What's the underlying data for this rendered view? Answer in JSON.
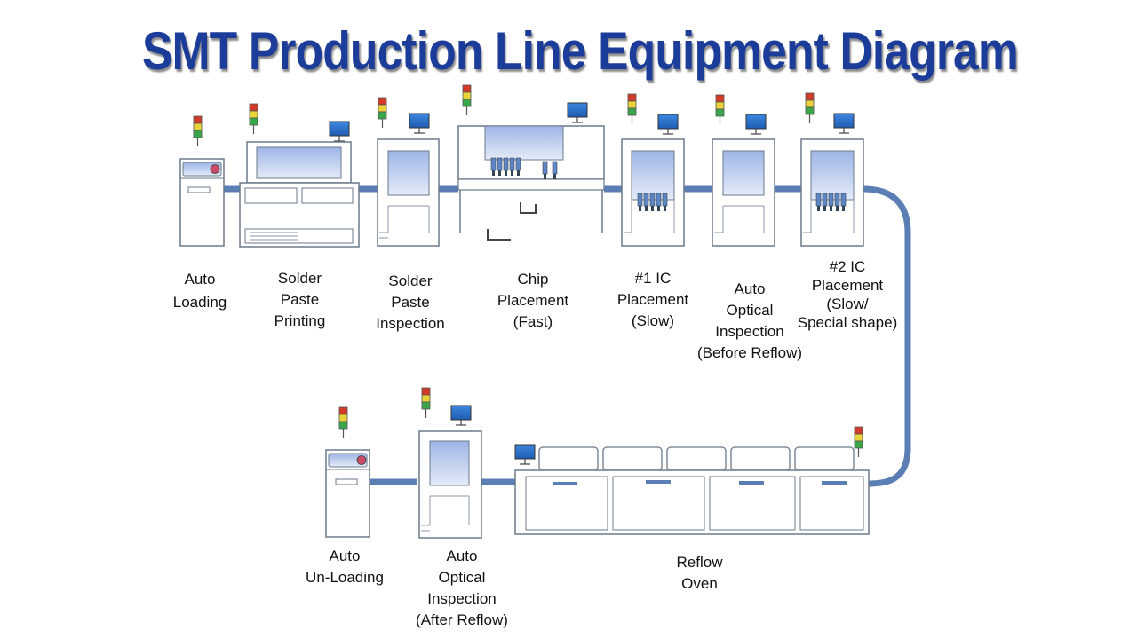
{
  "title": "SMT Production Line Equipment Diagram",
  "colors": {
    "title": "#1c3c9a",
    "conveyor": "#5b7fb4",
    "machine_outline": "#6b7a8c",
    "window_fill": "#b9c9ea",
    "monitor": "#2b6fc9",
    "light_red": "#d23a2a",
    "light_yellow": "#e9d23a",
    "light_green": "#3aa64a"
  },
  "machines": [
    {
      "id": "auto-loading",
      "lines": [
        "Auto",
        "Loading"
      ]
    },
    {
      "id": "solder-paste-printing",
      "lines": [
        "Solder",
        "Paste",
        "Printing"
      ]
    },
    {
      "id": "solder-paste-inspection",
      "lines": [
        "Solder",
        "Paste",
        "Inspection"
      ]
    },
    {
      "id": "chip-placement",
      "lines": [
        "Chip",
        "Placement",
        "(Fast)"
      ]
    },
    {
      "id": "ic-placement-1",
      "lines": [
        "#1 IC",
        "Placement",
        "(Slow)"
      ]
    },
    {
      "id": "aoi-before-reflow",
      "lines": [
        "Auto",
        "Optical",
        "Inspection",
        "(Before Reflow)"
      ]
    },
    {
      "id": "ic-placement-2",
      "lines": [
        "#2 IC",
        "Placement",
        "(Slow/",
        "Special shape)"
      ]
    },
    {
      "id": "auto-unloading",
      "lines": [
        "Auto",
        "Un-Loading"
      ]
    },
    {
      "id": "aoi-after-reflow",
      "lines": [
        "Auto",
        "Optical",
        "Inspection",
        "(After Reflow)"
      ]
    },
    {
      "id": "reflow-oven",
      "lines": [
        "Reflow",
        "Oven"
      ]
    }
  ]
}
